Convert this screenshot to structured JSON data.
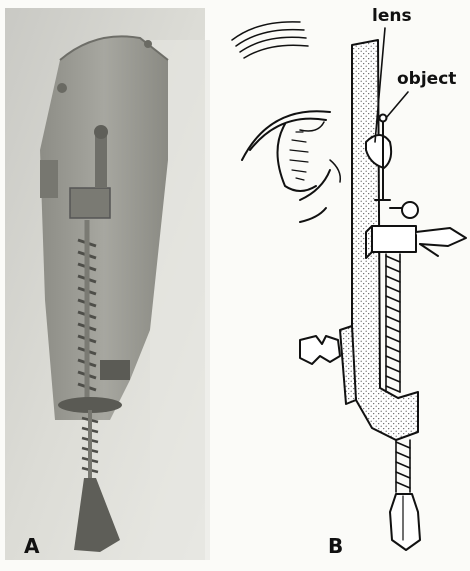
{
  "figure": {
    "panel_a_label": "A",
    "panel_b_label": "B",
    "callouts": {
      "lens": "lens",
      "object": "object"
    }
  }
}
